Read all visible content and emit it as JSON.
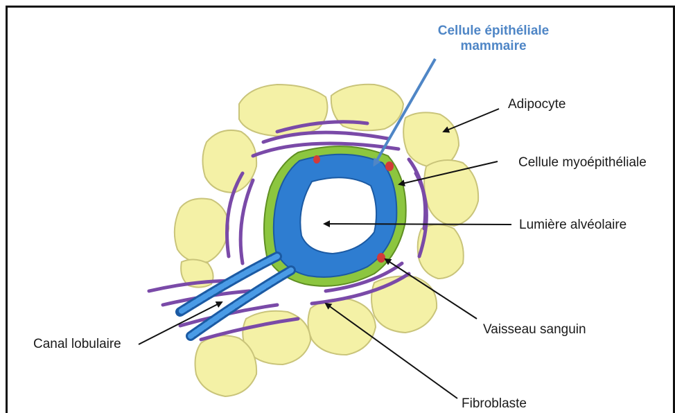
{
  "labels": {
    "epithelial_line1": "Cellule épithéliale",
    "epithelial_line2": "mammaire",
    "adipocyte": "Adipocyte",
    "myoepithelial": "Cellule myoépithéliale",
    "lumen": "Lumière alvéolaire",
    "blood_vessel": "Vaisseau sanguin",
    "duct": "Canal lobulaire",
    "fibroblast": "Fibroblaste"
  },
  "colors": {
    "adipocyte_fill": "#f4f1a6",
    "adipocyte_stroke": "#c9c47a",
    "fibroblast": "#7a4aa8",
    "myoepithelial_layer": "#8cc63f",
    "epithelial_cell": "#2e7dd1",
    "epithelial_stroke": "#1b5aa3",
    "vessel": "#d23a3a",
    "epithelial_label": "#4f86c6",
    "arrow": "#111111"
  }
}
